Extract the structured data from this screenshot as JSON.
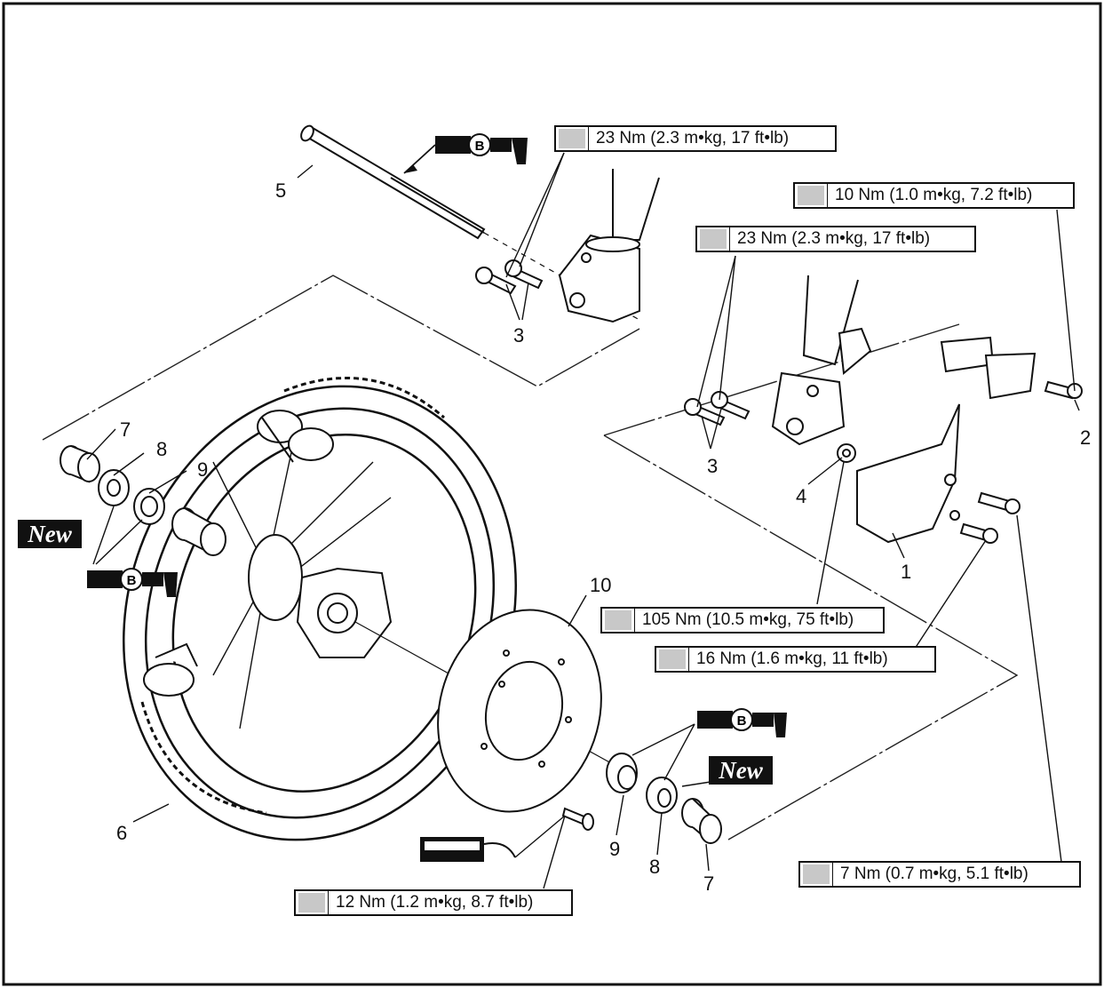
{
  "torque_specs": [
    {
      "id": "t1",
      "text": "23 Nm (2.3 m•kg, 17 ft•lb)"
    },
    {
      "id": "t2",
      "text": "10 Nm (1.0 m•kg, 7.2 ft•lb)"
    },
    {
      "id": "t3",
      "text": "23 Nm (2.3 m•kg, 17 ft•lb)"
    },
    {
      "id": "t4",
      "text": "105 Nm (10.5 m•kg, 75 ft•lb)"
    },
    {
      "id": "t5",
      "text": "16 Nm (1.6 m•kg, 11 ft•lb)"
    },
    {
      "id": "t6",
      "text": "7 Nm (0.7 m•kg, 5.1 ft•lb)"
    },
    {
      "id": "t7",
      "text": "12 Nm (1.2 m•kg, 8.7 ft•lb)"
    }
  ],
  "callouts": [
    "5",
    "3",
    "3",
    "2",
    "4",
    "1",
    "7",
    "8",
    "9",
    "10",
    "6",
    "9",
    "8",
    "7"
  ],
  "badges": {
    "new": "New",
    "grease": "B"
  },
  "icons": {
    "torque": "wrench-torque-icon",
    "grease": "grease-gun-icon",
    "locktite": "thread-locker-icon"
  }
}
